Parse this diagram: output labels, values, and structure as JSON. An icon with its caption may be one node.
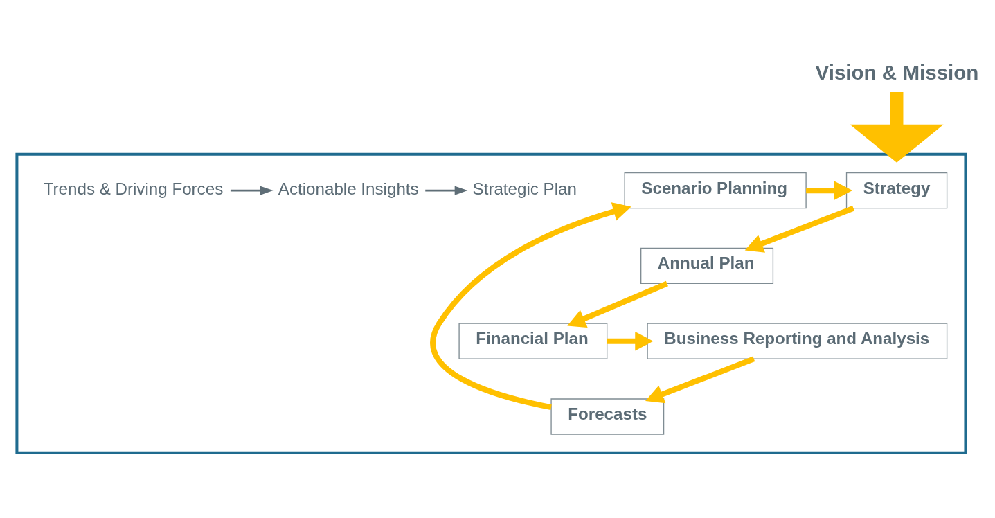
{
  "diagram": {
    "nodes": [
      {
        "text": [
          "Vision & Mission"
        ]
      },
      {
        "text": [],
        "shape": "box"
      },
      {
        "text": [
          "Strategy"
        ],
        "in": 1
      },
      {
        "text": [
          "Annual Plan"
        ],
        "in": 1
      },
      {
        "text": [
          "Financial Plan"
        ],
        "in": 1
      },
      {
        "text": [
          "Business Reporting and Analysis"
        ],
        "in": 1
      },
      {
        "text": [
          "Forecasts"
        ],
        "in": 1
      },
      {
        "text": [
          "Scenario Planning"
        ],
        "in": 1
      },
      {
        "text": [
          "Trends & Driving Forces"
        ],
        "in": 1
      },
      {
        "text": [
          "Actionable Insights"
        ],
        "in": 1
      },
      {
        "text": [
          "Strategic Plan"
        ],
        "in": 1
      }
    ],
    "edges": [
      {
        "from": 0,
        "to": 1,
        "arrow": "to",
        "style": "thick"
      },
      {
        "from": 7,
        "to": 2,
        "arrow": "to"
      },
      {
        "from": 2,
        "to": 3,
        "arrow": "to"
      },
      {
        "from": 3,
        "to": 4,
        "arrow": "to"
      },
      {
        "from": 4,
        "to": 5,
        "arrow": "to"
      },
      {
        "from": 5,
        "to": 6,
        "arrow": "to"
      },
      {
        "from": 6,
        "to": 7,
        "arrow": "to"
      },
      {
        "from": 8,
        "to": 9,
        "arrow": "to",
        "color": "#5f6e77"
      },
      {
        "from": 9,
        "to": 10,
        "arrow": "to",
        "color": "#5f6e77"
      }
    ]
  }
}
